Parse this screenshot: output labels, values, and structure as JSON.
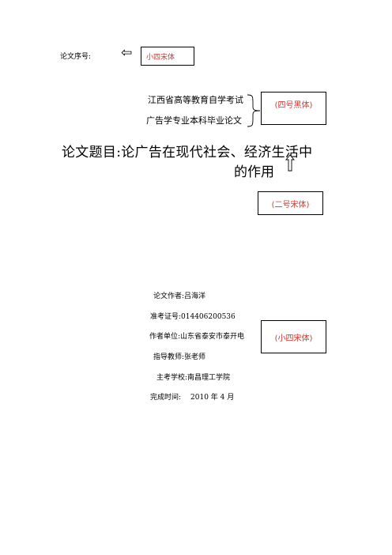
{
  "serial": {
    "label": "论文序号:",
    "note": "小四宋体"
  },
  "heading": {
    "line1": "江西省高等教育自学考试",
    "line2": "广告学专业本科毕业论文",
    "note": "(四号黑体)"
  },
  "title": {
    "line1": "论文题目:论广告在现代社会、经济生活中",
    "line2": "的作用",
    "note": "(二号宋体)"
  },
  "info": {
    "author": "论文作者:吕海洋",
    "exam_number": "准考证号:014406200536",
    "unit": "作者单位:山东省泰安市泰开电",
    "advisor": "指导教师:张老师",
    "school": "主考学校:南昌理工学院",
    "completion_label": "完成时间:",
    "completion_date": "2010 年 4 月",
    "note": "(小四宋体)"
  },
  "colors": {
    "note_text": "#e0322c",
    "text": "#000000"
  },
  "icons": {
    "left_arrow": "hollow-left-arrow-icon",
    "up_arrow": "hollow-up-arrow-icon",
    "brace": "right-curly-brace-icon"
  }
}
